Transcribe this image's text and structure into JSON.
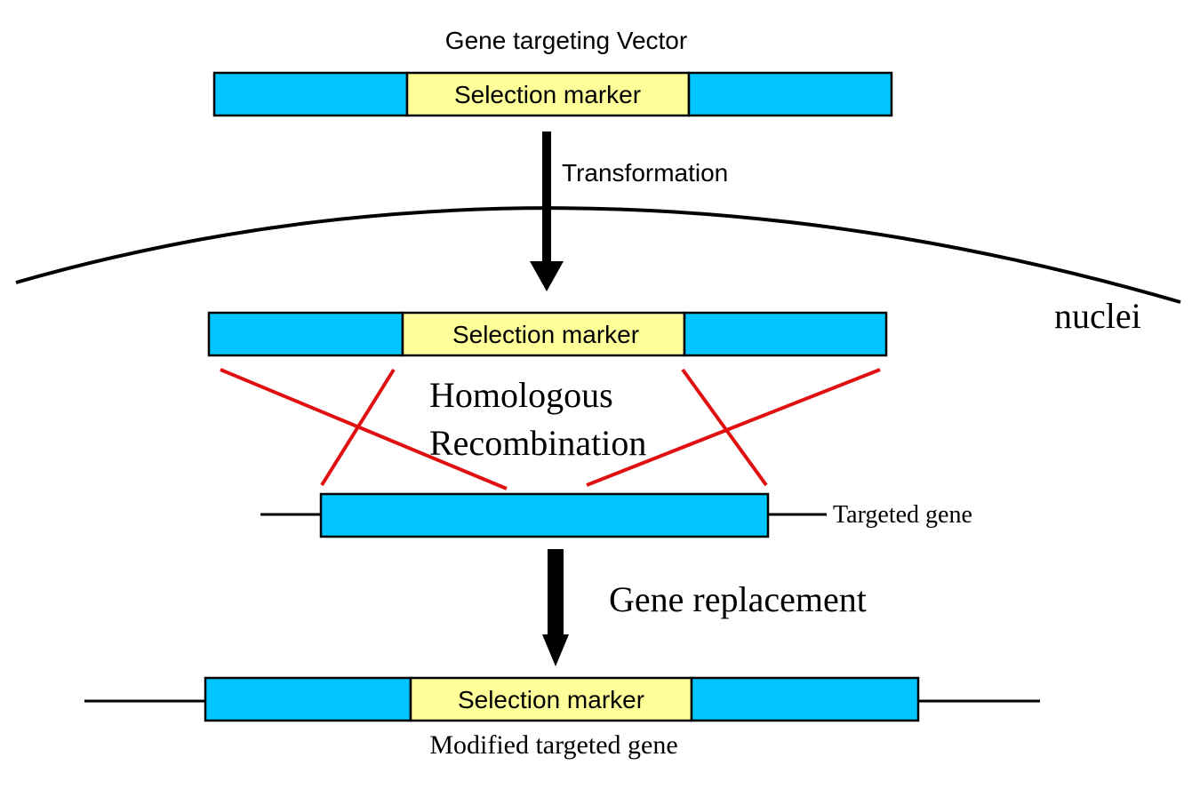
{
  "title": "Gene targeting Vector",
  "labels": {
    "selection_marker": "Selection marker",
    "transformation": "Transformation",
    "nuclei": "nuclei",
    "homologous_line1": "Homologous",
    "homologous_line2": "Recombination",
    "targeted_gene": "Targeted gene",
    "gene_replacement": "Gene replacement",
    "modified_targeted_gene": "Modified targeted gene"
  },
  "colors": {
    "homology_arm": "#00c5ff",
    "marker": "#ffff99",
    "crossover": "#e01010",
    "outline": "#000000"
  }
}
